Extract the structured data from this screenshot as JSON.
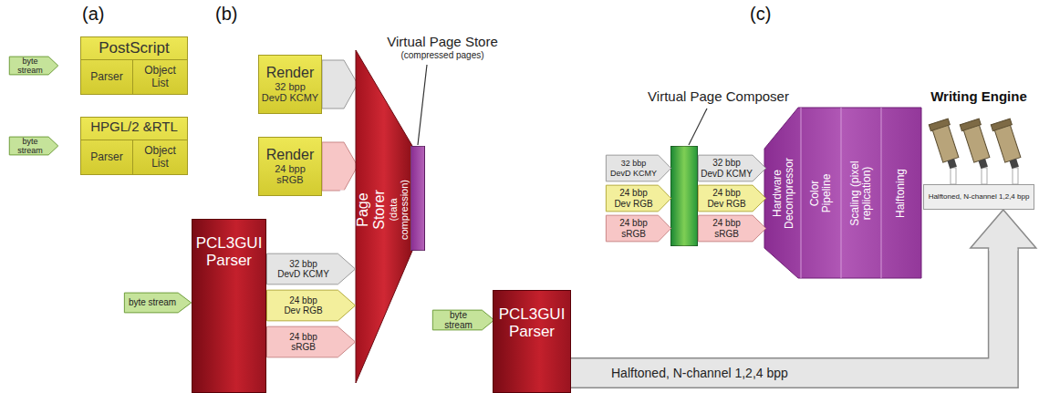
{
  "diagram": {
    "nodes": [
      {
        "text": [
          "byte stream"
        ]
      },
      {
        "text": [
          "PostScript"
        ]
      },
      {
        "text": [
          "Parser"
        ],
        "in": 1
      },
      {
        "text": [
          "Object List"
        ],
        "in": 1
      },
      {
        "text": [
          "byte stream"
        ]
      },
      {
        "text": [
          "HPGL/2 &RTL"
        ]
      },
      {
        "text": [
          "Parser"
        ],
        "in": 5
      },
      {
        "text": [
          "Object List"
        ],
        "in": 5
      },
      {
        "text": [
          "Render",
          "32 bpp DevD KCMY"
        ]
      },
      {
        "text": [
          "Render",
          "24 bpp sRGB"
        ]
      },
      {
        "text": [
          "Virtual Page Storer",
          "(data compression)"
        ]
      },
      {
        "text": [
          "Virtual Page Store",
          "(compressed pages)"
        ]
      },
      {
        "text": [
          "PCL3GUI Parser"
        ]
      },
      {
        "text": [
          "byte stream"
        ]
      },
      {
        "text": [
          "32 bbp DevD KCMY"
        ]
      },
      {
        "text": [
          "24 bbp Dev RGB"
        ]
      },
      {
        "text": [
          "24 bbp sRGB"
        ]
      },
      {
        "text": [
          "Virtual Page Composer"
        ]
      },
      {
        "text": [
          "32 bbp DevD KCMY"
        ]
      },
      {
        "text": [
          "24 bbp Dev RGB"
        ]
      },
      {
        "text": [
          "24 bbp sRGB"
        ]
      },
      {
        "text": [
          "32 bbp DevD KCMY"
        ]
      },
      {
        "text": [
          "24 bbp Dev RGB"
        ]
      },
      {
        "text": [
          "24 bbp sRGB"
        ]
      },
      {
        "text": [
          "Hardware Decompressor"
        ]
      },
      {
        "text": [
          "Color Pipeline"
        ]
      },
      {
        "text": [
          "Scaling (pixel replication)"
        ]
      },
      {
        "text": [
          "Halftoning"
        ]
      },
      {
        "text": [
          "Writing Engine",
          "Halftoned, N-channel 1,2,4 bpp"
        ]
      },
      {
        "text": [
          "byte stream"
        ]
      },
      {
        "text": [
          "PCL3GUI Parser"
        ]
      }
    ],
    "edges": [
      {
        "from": 30,
        "to": 28,
        "arrow": "to",
        "label": "Halftoned, N-channel 1,2,4 bpp"
      }
    ],
    "labels": [
      "(a)",
      "(b)",
      "(c)"
    ]
  }
}
